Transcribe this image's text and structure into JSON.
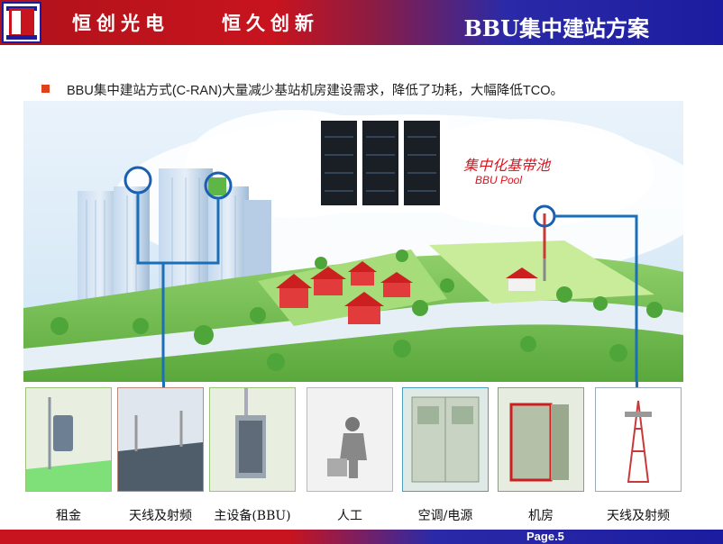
{
  "header": {
    "slogan_left": "恒创光电",
    "slogan_right": "恒久创新",
    "title": "BBU集中建站方案"
  },
  "bullet": {
    "text": "BBU集中建站方式(C-RAN)大量减少基站机房建设需求，降低了功耗，大幅降低TCO。"
  },
  "scene": {
    "pool_title": "集中化基带池",
    "pool_subtitle": "BBU Pool"
  },
  "tiles": [
    {
      "label": "租金",
      "icon": "rent-room-icon"
    },
    {
      "label": "天线及射频",
      "icon": "rooftop-antenna-icon"
    },
    {
      "label": "主设备(BBU)",
      "icon": "bbu-cabinet-icon"
    },
    {
      "label": "人工",
      "icon": "worker-icon"
    },
    {
      "label": "空调/电源",
      "icon": "ac-power-cabinet-icon"
    },
    {
      "label": "机房",
      "icon": "equipment-room-icon"
    },
    {
      "label": "天线及射频",
      "icon": "tower-antenna-icon"
    }
  ],
  "footer": {
    "page": "Page.5"
  },
  "colors": {
    "brand_red": "#c8141e",
    "brand_blue": "#1c1ca0",
    "accent_link": "#1a6fb8",
    "pool_text": "#e0101c"
  }
}
